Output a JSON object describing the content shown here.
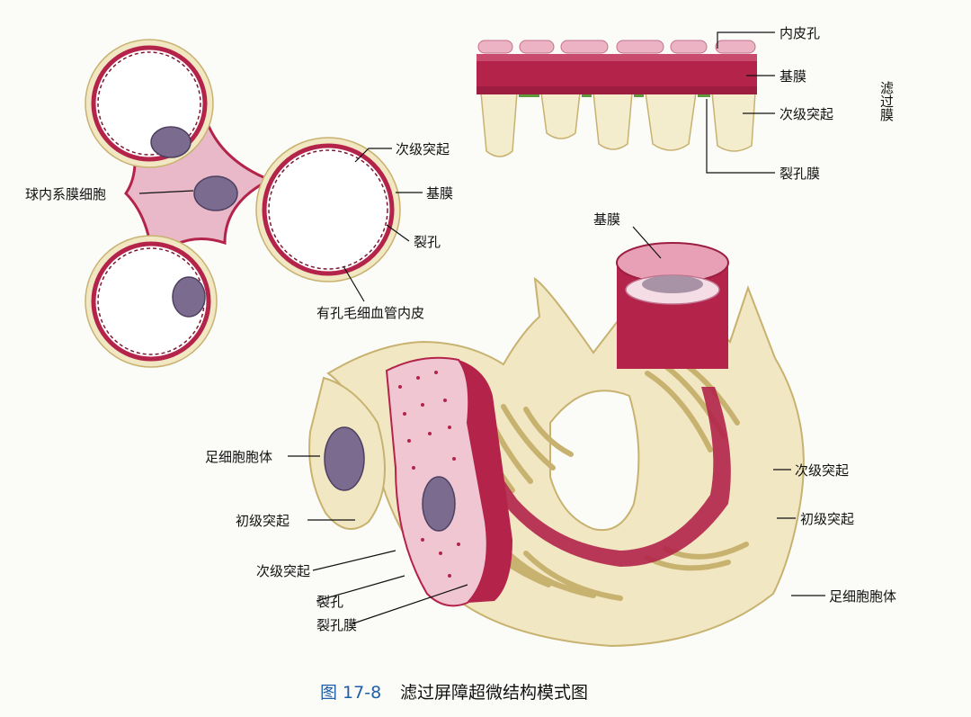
{
  "colors": {
    "podocyte": "#f1e7c2",
    "podocyte_edge": "#c8b270",
    "basement": "#b3234a",
    "endothelium": "#e8a0b6",
    "nucleus": "#7b6c8f",
    "mesangial": "#e9b9c9",
    "caption_blue": "#1f5fa8"
  },
  "labels": {
    "endothelial_pore": "内皮孔",
    "basement_membrane_top": "基膜",
    "filtration_membrane": "滤过膜",
    "secondary_process_top": "次级突起",
    "slit_membrane_top": "裂孔膜",
    "secondary_process_left": "次级突起",
    "mesangial_cell": "球内系膜细胞",
    "basement_membrane_left": "基膜",
    "slit_left": "裂孔",
    "fenestrated_endothelium": "有孔毛细血管内皮",
    "basement_membrane_3d": "基膜",
    "podocyte_body_left": "足细胞胞体",
    "primary_process_left": "初级突起",
    "secondary_process_3d_left": "次级突起",
    "slit_3d": "裂孔",
    "slit_membrane_3d": "裂孔膜",
    "secondary_process_right": "次级突起",
    "primary_process_right": "初级突起",
    "podocyte_body_right": "足细胞胞体"
  },
  "caption": {
    "figure_number": "图 17-8",
    "title": "滤过屏障超微结构模式图"
  }
}
